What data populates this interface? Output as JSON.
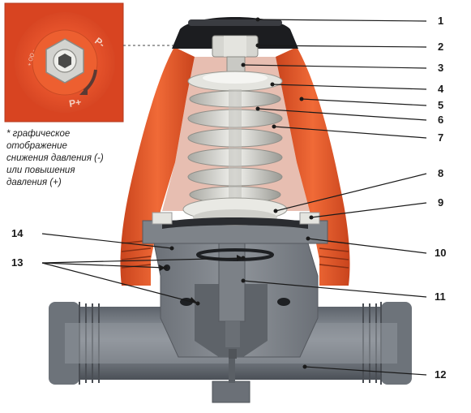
{
  "note": {
    "line1": "* графическое",
    "line2": "отображение",
    "line3": "снижения давления (-)",
    "line4": "или повышения",
    "line5": "давления (+)"
  },
  "inset": {
    "minus_label": "P-",
    "plus_label": "P+",
    "dial_text": "+ OD -"
  },
  "callouts": [
    "1",
    "2",
    "3",
    "4",
    "5",
    "6",
    "7",
    "8",
    "9",
    "10",
    "11",
    "12",
    "13",
    "14"
  ],
  "colors": {
    "housing_orange": "#e8582a",
    "metal_gray": "#7d8287",
    "cap_black": "#1c1d20",
    "spring_silver": "#d9d9d4"
  }
}
